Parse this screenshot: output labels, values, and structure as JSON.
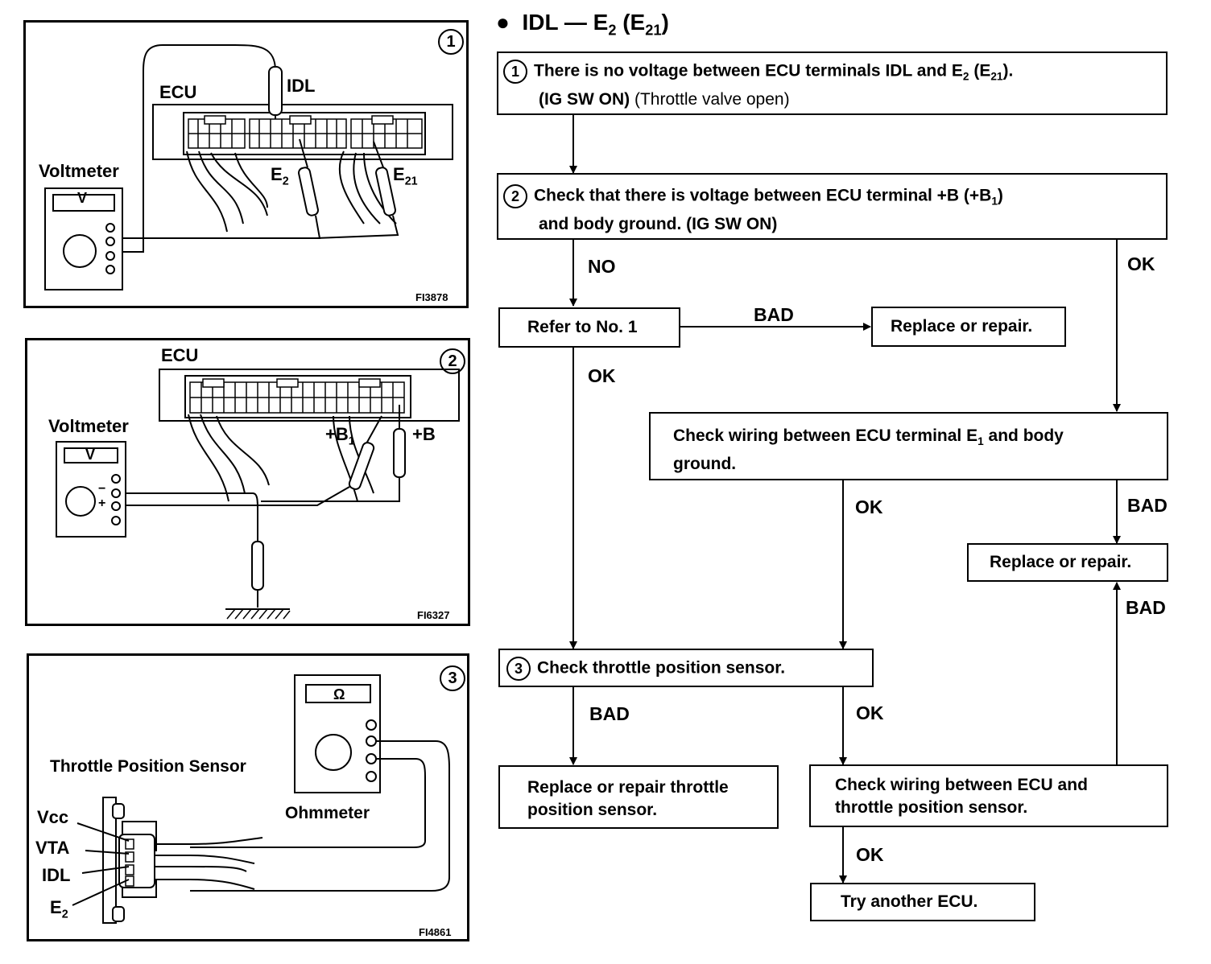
{
  "header": {
    "bullet": "●",
    "title": "IDL — E",
    "title_sub1": "2",
    "title_mid": " (E",
    "title_sub2": "21",
    "title_end": ")"
  },
  "panels": {
    "p1": {
      "number": "1",
      "ecu": "ECU",
      "idl": "IDL",
      "voltmeter": "Voltmeter",
      "meter_unit": "V",
      "e2": "E",
      "e2_sub": "2",
      "e21": "E",
      "e21_sub": "21",
      "code": "FI3878"
    },
    "p2": {
      "number": "2",
      "ecu": "ECU",
      "voltmeter": "Voltmeter",
      "meter_unit": "V",
      "b1": "+B",
      "b1_sub": "1",
      "b": "+B",
      "minus": "−",
      "plus": "+",
      "code": "FI6327"
    },
    "p3": {
      "number": "3",
      "meter_unit": "Ω",
      "sensor": "Throttle Position Sensor",
      "ohmmeter": "Ohmmeter",
      "vcc": "Vcc",
      "vta": "VTA",
      "idl": "IDL",
      "e2": "E",
      "e2_sub": "2",
      "code": "FI4861"
    }
  },
  "flow": {
    "step1": {
      "number": "1",
      "line1": "There is no voltage between ECU terminals IDL and E",
      "line1_sub": "2",
      "line1_mid": " (E",
      "line1_sub2": "21",
      "line1_end": ").",
      "line2_bold": "(IG SW ON)",
      "line2_rest": " (Throttle valve open)"
    },
    "step2": {
      "number": "2",
      "line1": "Check that there is voltage between ECU terminal +B (+B",
      "line1_sub": "1",
      "line1_end": ")",
      "line2": "and body ground. ",
      "line2_bold": "(IG SW ON)"
    },
    "refer": "Refer to No. 1",
    "replace1": "Replace or repair.",
    "check_e1": "Check wiring between ECU terminal E",
    "check_e1_sub": "1",
    "check_e1_end": " and body",
    "check_e1_line2": "ground.",
    "replace2": "Replace or repair.",
    "step3": {
      "number": "3",
      "text": "Check throttle position sensor."
    },
    "replace_tps_line1": "Replace or repair throttle",
    "replace_tps_line2": "position sensor.",
    "check_wiring_line1": "Check wiring between ECU and",
    "check_wiring_line2": "throttle position sensor.",
    "try_ecu": "Try another ECU.",
    "labels": {
      "no": "NO",
      "ok_right": "OK",
      "bad_refer": "BAD",
      "ok_refer": "OK",
      "ok_e1": "OK",
      "bad_e1": "BAD",
      "bad_up": "BAD",
      "bad_step3": "BAD",
      "ok_step3": "OK",
      "ok_wiring": "OK"
    }
  }
}
